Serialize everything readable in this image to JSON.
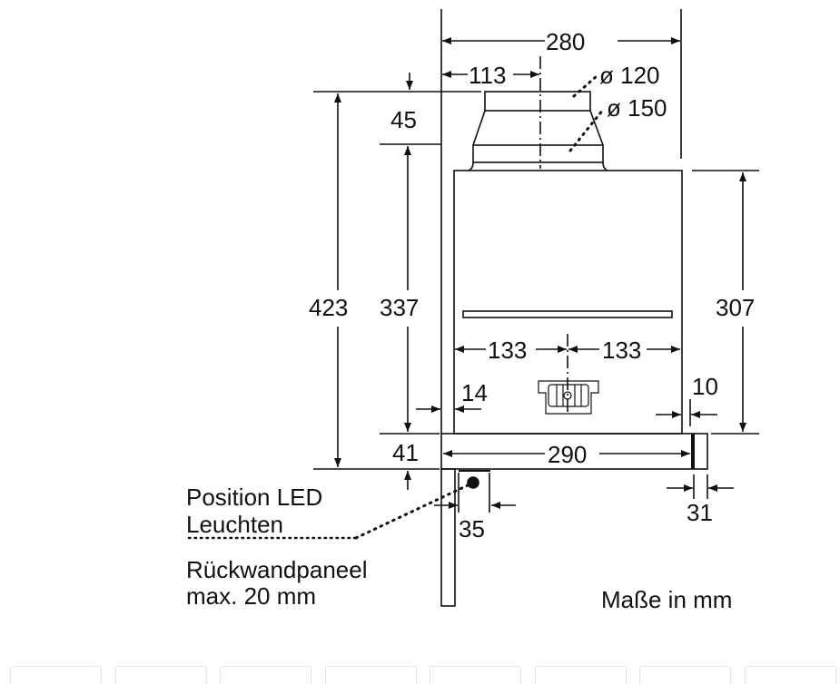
{
  "diagram": {
    "dimensions": {
      "total_width": "280",
      "duct_offset": "113",
      "duct_inner_diameter": "ø 120",
      "duct_outer_diameter": "ø 150",
      "duct_height": "45",
      "total_height": "423",
      "body_height_left": "337",
      "body_height_right": "307",
      "half_width_left": "133",
      "half_width_right": "133",
      "wall_gap_left": "14",
      "wall_gap_right": "10",
      "strip_height": "41",
      "strip_width": "290",
      "front_depth": "31",
      "led_offset": "35"
    },
    "labels": {
      "led_line1": "Position LED",
      "led_line2": "Leuchten",
      "panel_line1": "Rückwandpaneel",
      "panel_line2": "max. 20 mm",
      "units": "Maße in mm"
    }
  },
  "thumbnails": {
    "count": 8
  }
}
